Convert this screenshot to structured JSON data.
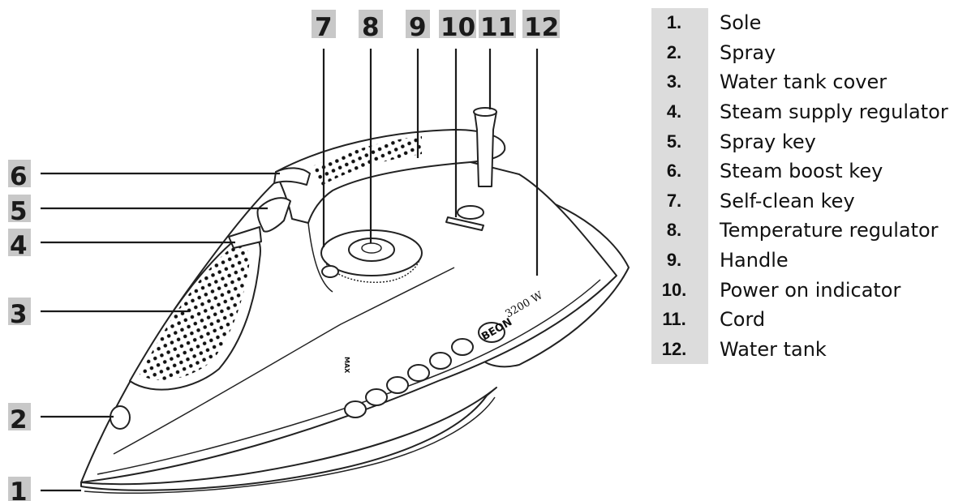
{
  "callouts": {
    "top": [
      "7",
      "8",
      "9",
      "10",
      "11",
      "12"
    ],
    "left": [
      "6",
      "5",
      "4",
      "3",
      "2",
      "1"
    ]
  },
  "iron_markings": {
    "brand": "BEON",
    "power": "3200 W",
    "max": "MAX"
  },
  "legend": [
    {
      "num": "1.",
      "label": "Sole"
    },
    {
      "num": "2.",
      "label": "Spray"
    },
    {
      "num": "3.",
      "label": "Water tank cover"
    },
    {
      "num": "4.",
      "label": "Steam supply regulator"
    },
    {
      "num": "5.",
      "label": "Spray key"
    },
    {
      "num": "6.",
      "label": "Steam boost key"
    },
    {
      "num": "7.",
      "label": "Self-clean key"
    },
    {
      "num": "8.",
      "label": "Temperature regulator"
    },
    {
      "num": "9.",
      "label": "Handle"
    },
    {
      "num": "10.",
      "label": "Power on indicator"
    },
    {
      "num": "11.",
      "label": "Cord"
    },
    {
      "num": "12.",
      "label": "Water tank"
    }
  ],
  "colors": {
    "callout_bg": "#c8c8c8",
    "legend_number_bg": "#dcdcdc",
    "line": "#1a1a1a"
  }
}
